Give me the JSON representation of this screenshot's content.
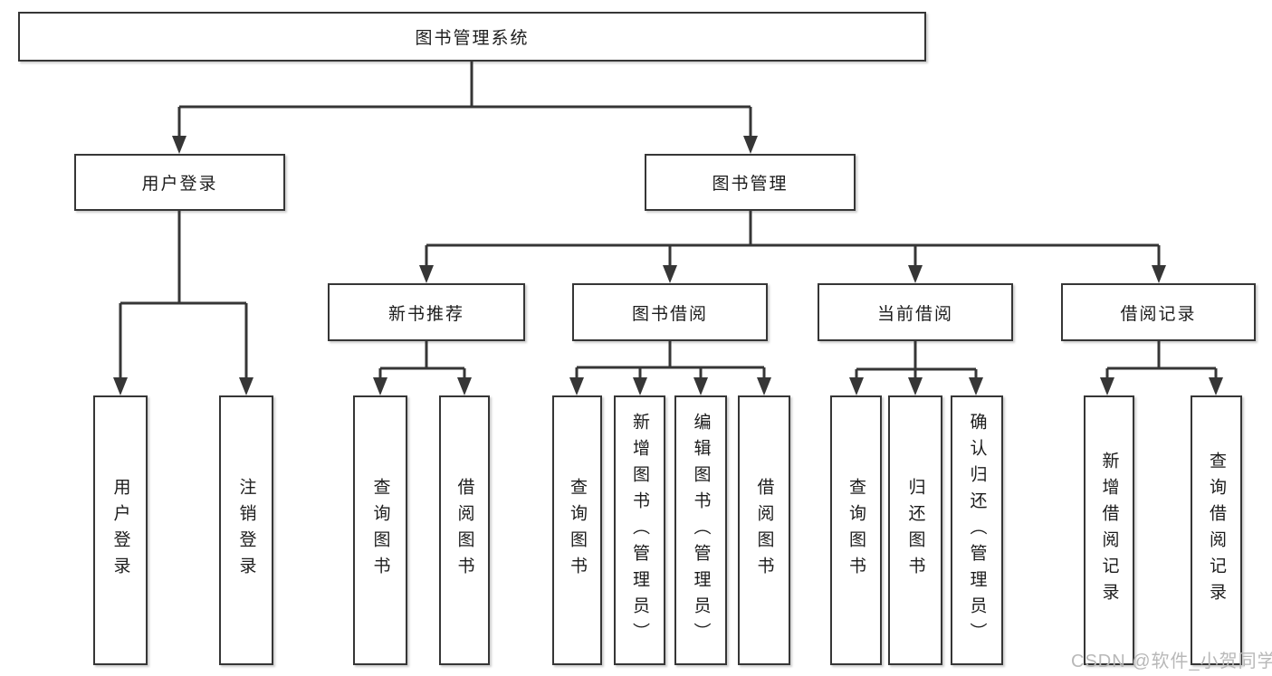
{
  "tree": {
    "root": {
      "label": "图书管理系统",
      "children": [
        {
          "label": "用户登录",
          "children": [
            {
              "label": "用户登录"
            },
            {
              "label": "注销登录"
            }
          ]
        },
        {
          "label": "图书管理",
          "children": [
            {
              "label": "新书推荐",
              "children": [
                {
                  "label": "查询图书"
                },
                {
                  "label": "借阅图书"
                }
              ]
            },
            {
              "label": "图书借阅",
              "children": [
                {
                  "label": "查询图书"
                },
                {
                  "label": "新增图书（管理员）"
                },
                {
                  "label": "编辑图书（管理员）"
                },
                {
                  "label": "借阅图书"
                }
              ]
            },
            {
              "label": "当前借阅",
              "children": [
                {
                  "label": "查询图书"
                },
                {
                  "label": "归还图书"
                },
                {
                  "label": "确认归还（管理员）"
                }
              ]
            },
            {
              "label": "借阅记录",
              "children": [
                {
                  "label": "新增借阅记录"
                },
                {
                  "label": "查询借阅记录"
                }
              ]
            }
          ]
        }
      ]
    }
  },
  "watermark": {
    "text": "CSDN @软件_小贺同学"
  },
  "colors": {
    "line": "#363636",
    "text": "#1c1c1c",
    "watermark": "#b8b8b8",
    "background": "#ffffff"
  }
}
